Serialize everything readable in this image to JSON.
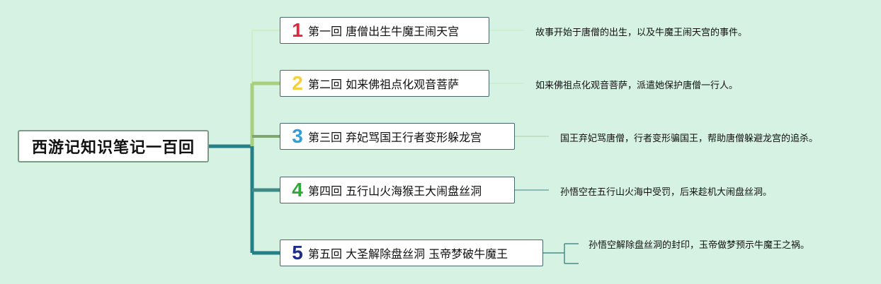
{
  "root": {
    "title": "西游记知识笔记一百回"
  },
  "chapters": [
    {
      "number": "1",
      "color": "#e3263d",
      "title": "第一回 唐僧出生牛魔王闹天宫",
      "desc": "故事开始于唐僧的出生，以及牛魔王闹天宫的事件。"
    },
    {
      "number": "2",
      "color": "#f4d03f",
      "title": "第二回 如来佛祖点化观音菩萨",
      "desc": "如来佛祖点化观音菩萨，派遣她保护唐僧一行人。"
    },
    {
      "number": "3",
      "color": "#2f9fd8",
      "title": "第三回 弃妃骂国王行者变形躲龙宫",
      "desc": "国王弃妃骂唐僧，行者变形骗国王，帮助唐僧躲避龙宫的追杀。"
    },
    {
      "number": "4",
      "color": "#2eaa3a",
      "title": "第四回 五行山火海猴王大闹盘丝洞",
      "desc": "孙悟空在五行山火海中受罚，后来趁机大闹盘丝洞。"
    },
    {
      "number": "5",
      "color": "#1f2d8a",
      "title": "第五回 大圣解除盘丝洞 玉帝梦破牛魔王",
      "desc": "孙悟空解除盘丝洞的封印，玉帝做梦预示牛魔王之祸。"
    }
  ]
}
